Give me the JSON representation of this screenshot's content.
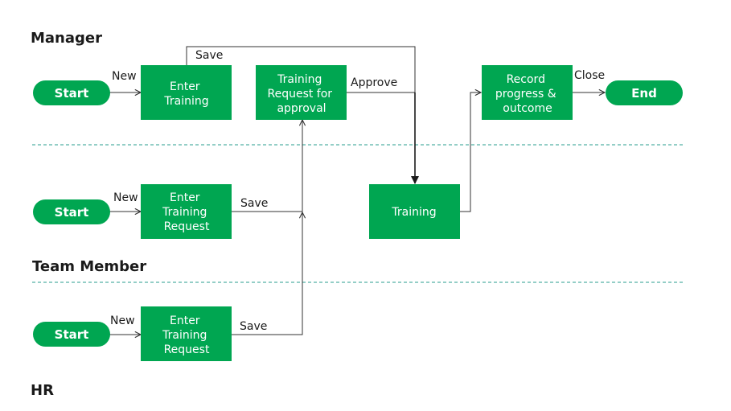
{
  "colors": {
    "node_fill": "#00A651",
    "divider": "#2a9d8f",
    "line": "#333333",
    "text_dark": "#1a1a1a"
  },
  "lanes": {
    "manager": "Manager",
    "team_member": "Team Member",
    "hr": "HR"
  },
  "nodes": {
    "start_manager": "Start",
    "start_team": "Start",
    "start_hr": "Start",
    "end": "End",
    "enter_training": [
      "Enter",
      "Training"
    ],
    "request_for_approval": [
      "Training",
      "Request for",
      "approval"
    ],
    "record_progress": [
      "Record",
      "progress &",
      "outcome"
    ],
    "enter_request_team": [
      "Enter",
      "Training",
      "Request"
    ],
    "enter_request_hr": [
      "Enter",
      "Training",
      "Request"
    ],
    "training": [
      "Training"
    ]
  },
  "edges": {
    "new_manager": "New",
    "save_manager": "Save",
    "approve": "Approve",
    "close": "Close",
    "new_team": "New",
    "save_team": "Save",
    "new_hr": "New",
    "save_hr": "Save"
  }
}
